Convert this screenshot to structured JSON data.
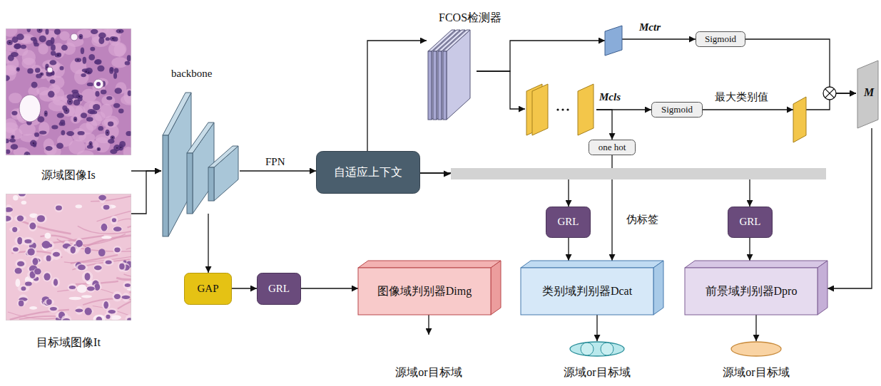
{
  "diagram": {
    "nodes": [
      {
        "text": [
          "源域图像Is"
        ]
      },
      {
        "text": [
          "目标域图像It"
        ]
      },
      {
        "text": [
          "backbone"
        ]
      },
      {
        "text": [
          "自适应上下文"
        ]
      },
      {
        "text": [
          "FCOS检测器"
        ]
      },
      {
        "text": [
          "Mctr"
        ]
      },
      {
        "text": [
          "Mcls"
        ]
      },
      {
        "text": [
          "Sigmoid"
        ]
      },
      {
        "text": [
          "Sigmoid"
        ]
      },
      {
        "text": [
          "one hot"
        ]
      },
      {
        "text": [
          "GRL"
        ]
      },
      {
        "text": [
          "GRL"
        ]
      },
      {
        "text": [
          "GAP"
        ]
      },
      {
        "text": [
          "GRL"
        ]
      },
      {
        "text": [
          "图像域判别器Dimg"
        ]
      },
      {
        "text": [
          "类别域判别器Dcat"
        ]
      },
      {
        "text": [
          "前景域判别器Dpro"
        ]
      },
      {
        "text": [
          "M"
        ]
      }
    ],
    "edges": [
      {
        "from": 0,
        "to": 2,
        "arrow": "to"
      },
      {
        "from": 1,
        "to": 2,
        "arrow": "to"
      },
      {
        "from": 2,
        "to": 3,
        "label": "FPN",
        "arrow": "to"
      },
      {
        "from": 2,
        "to": 12,
        "arrow": "to"
      },
      {
        "from": 12,
        "to": 13,
        "arrow": "to"
      },
      {
        "from": 13,
        "to": 14,
        "arrow": "to"
      },
      {
        "from": 3,
        "to": 4,
        "arrow": "to"
      },
      {
        "from": 4,
        "to": 5,
        "arrow": "to"
      },
      {
        "from": 4,
        "to": 6,
        "arrow": "to"
      },
      {
        "from": 5,
        "to": 7,
        "arrow": "to"
      },
      {
        "from": 6,
        "to": 8,
        "arrow": "to"
      },
      {
        "from": 6,
        "to": 9,
        "arrow": "to"
      },
      {
        "from": 7,
        "to": 17,
        "arrow": "to"
      },
      {
        "from": 8,
        "to": 17,
        "label": "最大类别值",
        "arrow": "to"
      },
      {
        "from": 9,
        "to": 15,
        "label": "伪标签",
        "arrow": "to"
      },
      {
        "from": 3,
        "to": 10,
        "arrow": "to"
      },
      {
        "from": 3,
        "to": 11,
        "arrow": "to"
      },
      {
        "from": 10,
        "to": 15,
        "arrow": "to"
      },
      {
        "from": 11,
        "to": 16,
        "arrow": "to"
      },
      {
        "from": 17,
        "to": 16,
        "arrow": "to"
      }
    ],
    "labels": [
      "源域or目标域",
      "源域or目标域",
      "源域or目标域"
    ]
  }
}
